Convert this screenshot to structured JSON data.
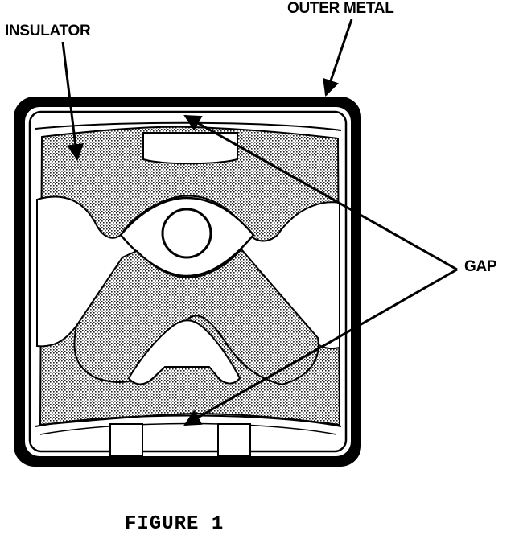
{
  "labels": {
    "insulator": "INSULATOR",
    "outer_metal": "OUTER METAL",
    "gap": "GAP"
  },
  "caption": "FIGURE 1",
  "colors": {
    "ink": "#000000",
    "paper": "#ffffff",
    "stipple": "#b9b9b9"
  }
}
